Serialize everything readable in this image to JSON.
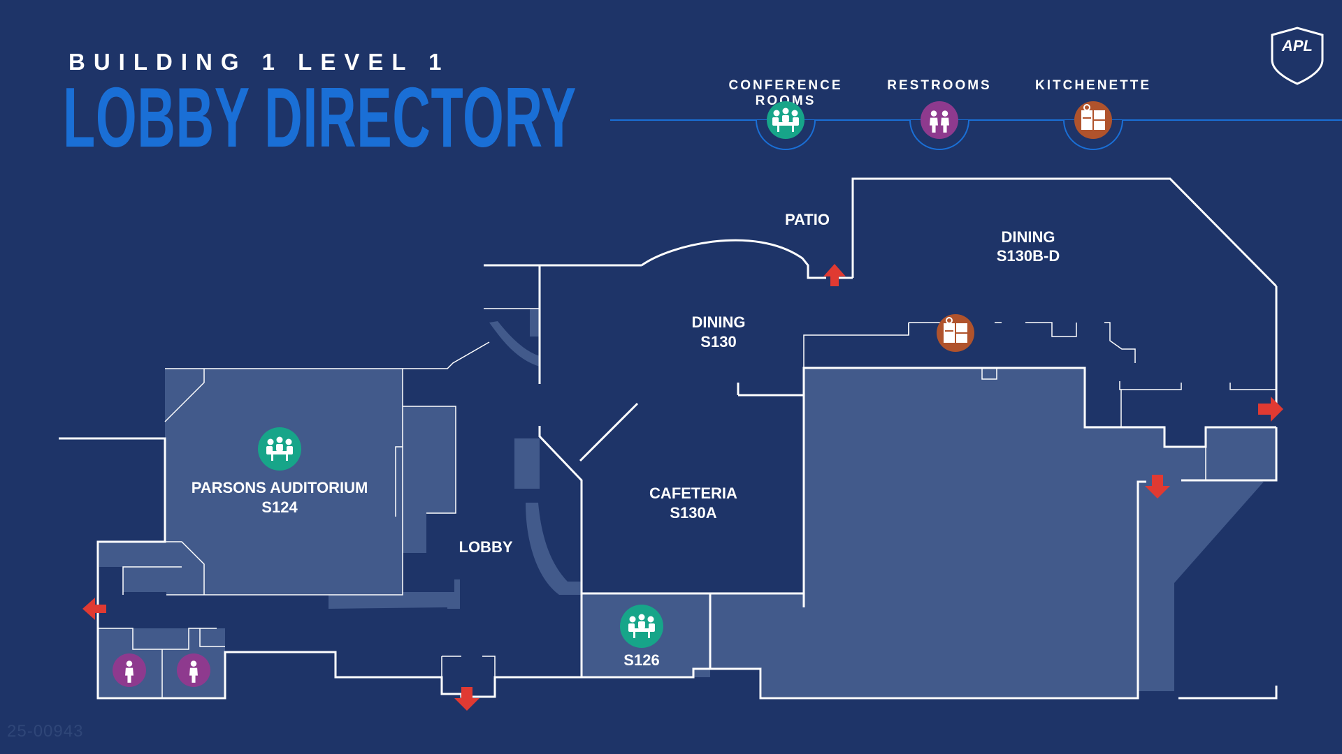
{
  "header": {
    "subtitle": "BUILDING 1 LEVEL 1",
    "title": "LOBBY DIRECTORY",
    "logo_text": "APL"
  },
  "legend": [
    {
      "label": "CONFERENCE ROOMS",
      "icon": "conference-room-icon",
      "color": "#17a589"
    },
    {
      "label": "RESTROOMS",
      "icon": "restroom-icon",
      "color": "#8e3a8e"
    },
    {
      "label": "KITCHENETTE",
      "icon": "kitchenette-icon",
      "color": "#b0532c"
    }
  ],
  "rooms": {
    "patio": "PATIO",
    "dining_b_name": "DINING",
    "dining_b_number": "S130B-D",
    "dining_name": "DINING",
    "dining_number": "S130",
    "cafeteria_name": "CAFETERIA",
    "cafeteria_number": "S130A",
    "auditorium_name": "PARSONS AUDITORIUM",
    "auditorium_number": "S124",
    "lobby": "LOBBY",
    "conference_number": "S126"
  },
  "watermark": "25-00943",
  "colors": {
    "background": "#1e3468",
    "title_blue": "#1a6fd6",
    "room_fill": "#425a8b",
    "wall": "#ffffff",
    "exit_arrow": "#e03a32",
    "conference": "#17a589",
    "restroom": "#8e3a8e",
    "kitchenette": "#b0532c"
  }
}
